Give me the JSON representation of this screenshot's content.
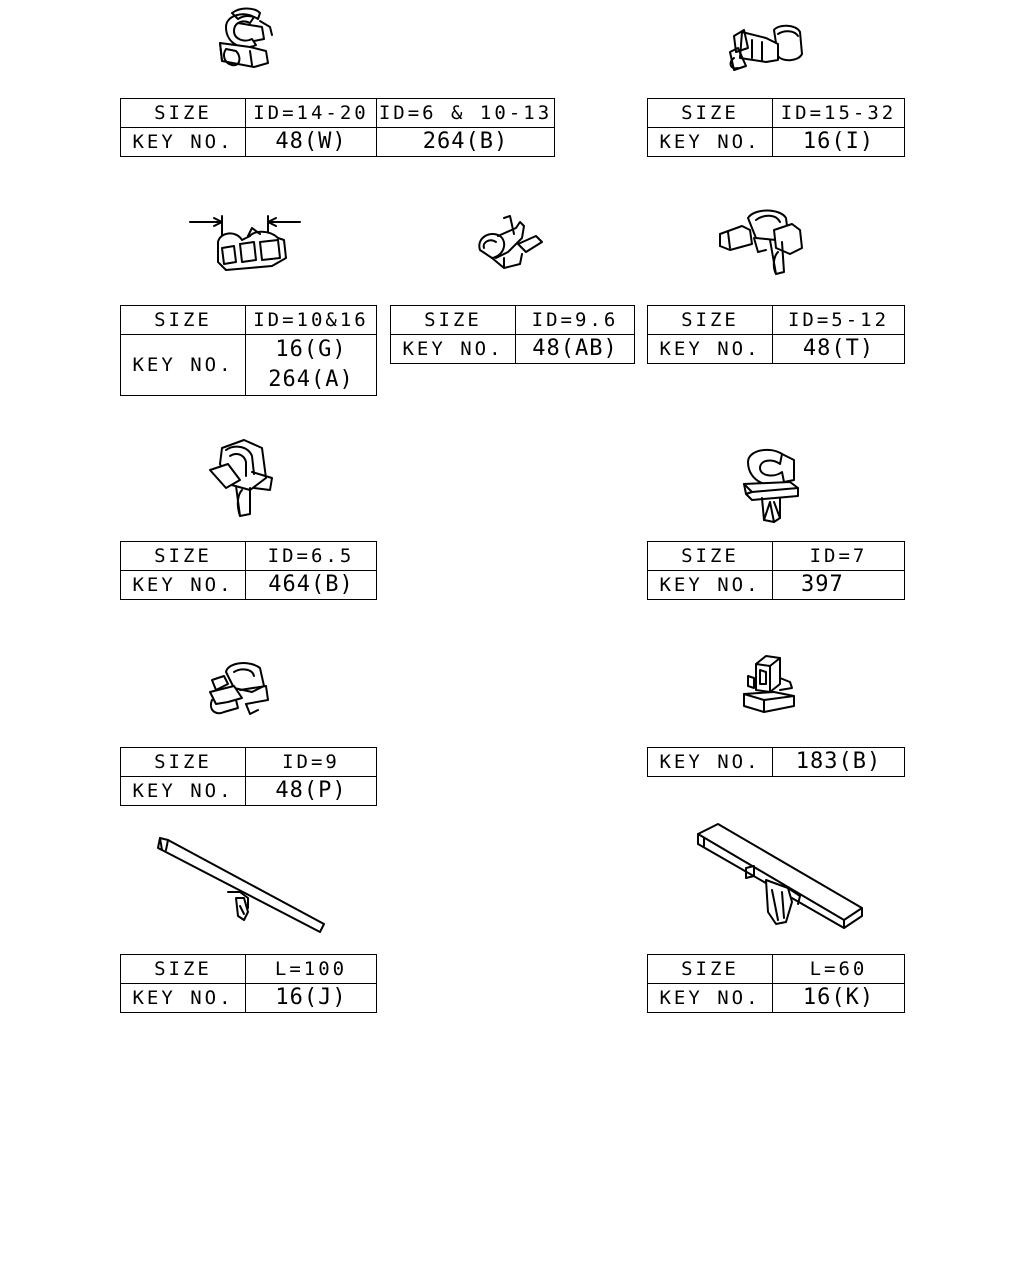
{
  "labels": {
    "size": "SIZE",
    "key": "KEY NO."
  },
  "tables": [
    {
      "id": "t1",
      "sizes": [
        "ID=14-20",
        "ID=6 & 10-13"
      ],
      "keys": [
        "48(W)",
        "264(B)"
      ]
    },
    {
      "id": "t2",
      "sizes": [
        "ID=15-32"
      ],
      "keys": [
        "16(I)"
      ]
    },
    {
      "id": "t3",
      "sizes": [
        "ID=10&16"
      ],
      "keys": [
        "16(G)",
        "264(A)"
      ]
    },
    {
      "id": "t4",
      "sizes": [
        "ID=9.6"
      ],
      "keys": [
        "48(AB)"
      ]
    },
    {
      "id": "t5",
      "sizes": [
        "ID=5-12"
      ],
      "keys": [
        "48(T)"
      ]
    },
    {
      "id": "t6",
      "sizes": [
        "ID=6.5"
      ],
      "keys": [
        "464(B)"
      ]
    },
    {
      "id": "t7",
      "sizes": [
        "ID=7"
      ],
      "keys": [
        "397"
      ]
    },
    {
      "id": "t8",
      "sizes": [
        "ID=9"
      ],
      "keys": [
        "48(P)"
      ]
    },
    {
      "id": "t9",
      "keys": [
        "183(B)"
      ]
    },
    {
      "id": "t10",
      "sizes": [
        "L=100"
      ],
      "keys": [
        "16(J)"
      ]
    },
    {
      "id": "t11",
      "sizes": [
        "L=60"
      ],
      "keys": [
        "16(K)"
      ]
    }
  ]
}
